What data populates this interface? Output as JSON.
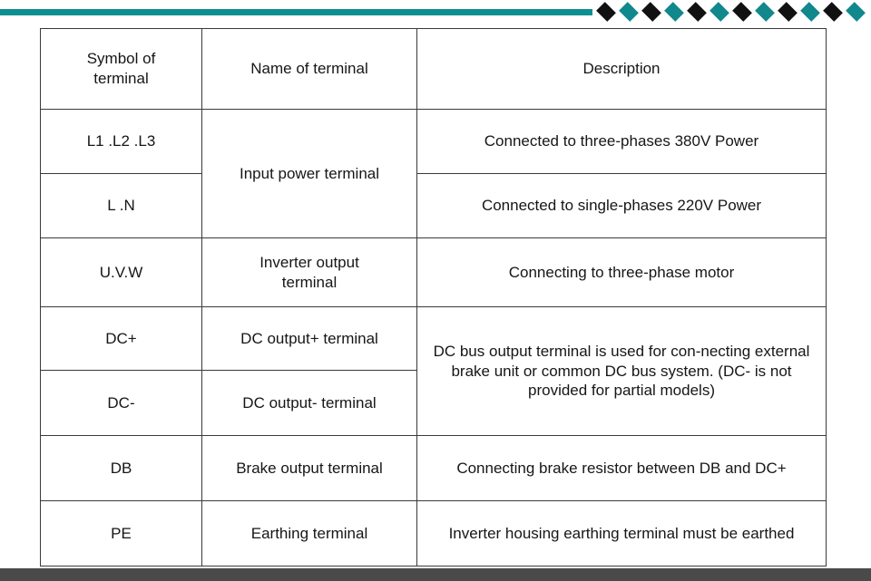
{
  "theme": {
    "teal": "#0d8f92",
    "diamond_dark": "#111111",
    "diamond_teal": "#10888c",
    "footer_bar": "#4a4a4a",
    "border": "#3a3a3a",
    "text": "#161616",
    "page_background": "#ffffff"
  },
  "banner": {
    "diamond_sequence": [
      "dark",
      "teal",
      "dark",
      "teal",
      "dark",
      "teal",
      "dark",
      "teal",
      "dark",
      "teal",
      "dark",
      "teal"
    ]
  },
  "table": {
    "columns": [
      {
        "key": "symbol",
        "header": "Symbol of\nterminal"
      },
      {
        "key": "name",
        "header": "Name of terminal"
      },
      {
        "key": "desc",
        "header": "Description"
      }
    ],
    "rows": [
      {
        "symbol": "L1 .L2 .L3",
        "name": "Input power terminal",
        "desc": "Connected to three-phases 380V Power"
      },
      {
        "symbol": "L .N",
        "name": "",
        "desc": "Connected to single-phases 220V Power"
      },
      {
        "symbol": "U.V.W",
        "name": "Inverter output\nterminal",
        "desc": "Connecting to three-phase motor"
      },
      {
        "symbol": "DC+",
        "name": "DC output+ terminal",
        "desc": "DC bus output terminal is used for con-necting external brake unit or common DC bus system. (DC-  is not provided for partial models)"
      },
      {
        "symbol": "DC-",
        "name": "DC output- terminal",
        "desc": ""
      },
      {
        "symbol": "DB",
        "name": "Brake output terminal",
        "desc": "Connecting brake resistor between DB and DC+"
      },
      {
        "symbol": "PE",
        "name": "Earthing terminal",
        "desc": "Inverter housing earthing terminal must be earthed"
      }
    ]
  }
}
